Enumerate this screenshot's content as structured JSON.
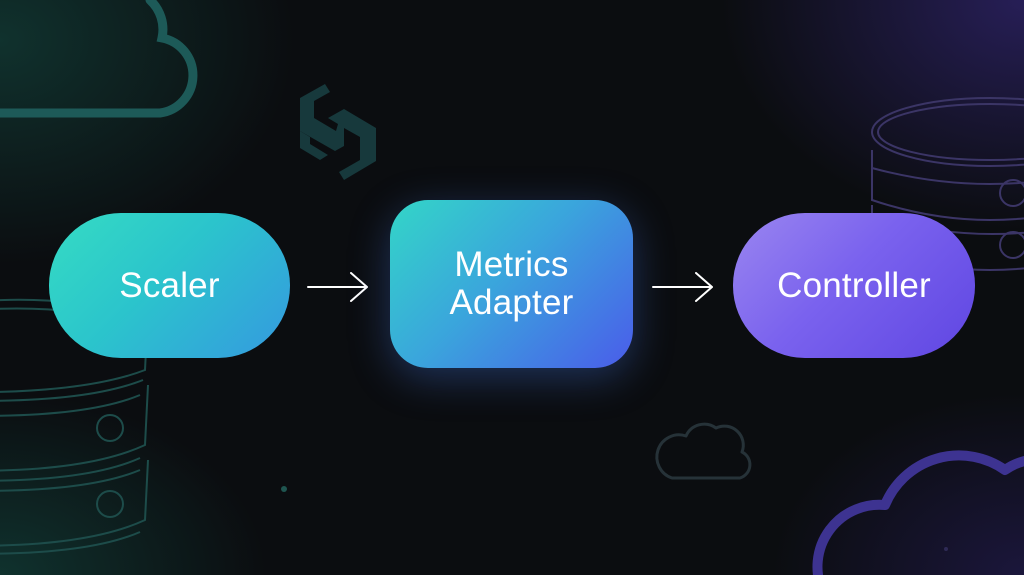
{
  "diagram": {
    "type": "flow",
    "direction": "left-to-right",
    "nodes": [
      {
        "id": "scaler",
        "label": "Scaler",
        "shape": "pill",
        "color_start": "#35dcc3",
        "color_end": "#3599e0"
      },
      {
        "id": "metrics-adapter",
        "label_line1": "Metrics",
        "label_line2": "Adapter",
        "label": "Metrics Adapter",
        "shape": "rounded-rect",
        "color_start": "#33d6c7",
        "color_end": "#4a5cea"
      },
      {
        "id": "controller",
        "label": "Controller",
        "shape": "pill",
        "color_start": "#9a86f0",
        "color_end": "#5f46e2"
      }
    ],
    "edges": [
      {
        "from": "scaler",
        "to": "metrics-adapter",
        "style": "arrow",
        "color": "#ffffff"
      },
      {
        "from": "metrics-adapter",
        "to": "controller",
        "style": "arrow",
        "color": "#ffffff"
      }
    ]
  },
  "background": {
    "base_color": "#0b0d10",
    "accent_teal": "#1f5c58",
    "accent_purple": "#3a2f8a",
    "decorations": [
      "cloud-icon-top-left",
      "hexagon-logo-icon",
      "database-icon-right",
      "database-icon-left",
      "cloud-icon-small-bottom",
      "cloud-icon-large-bottom-right",
      "dot-teal",
      "dot-purple"
    ]
  }
}
